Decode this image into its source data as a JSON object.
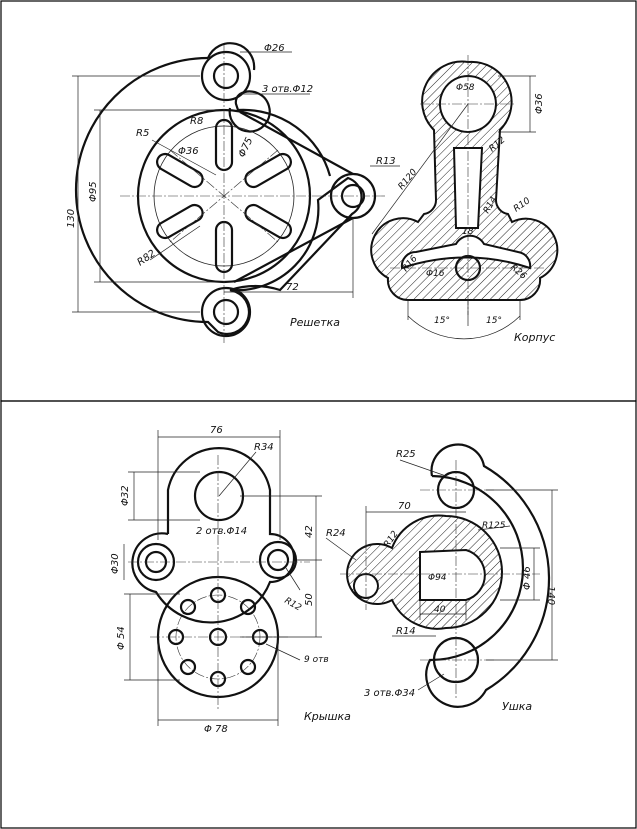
{
  "drawings": {
    "reshetka": {
      "title": "Решетка",
      "dims": {
        "d26": "Φ26",
        "holes": "3 отв.Φ12",
        "r5": "R5",
        "r8": "R8",
        "d36": "Φ36",
        "d75": "Φ75",
        "d95": "Φ95",
        "d130": "130",
        "r82": "R82",
        "r13": "R13",
        "len72": "72"
      }
    },
    "korpus": {
      "title": "Корпус",
      "dims": {
        "d58": "Φ58",
        "d36": "Φ36",
        "r12": "R12",
        "r120": "R120",
        "r14": "R14",
        "r10": "R10",
        "w18": "18",
        "r16": "R16",
        "d16": "Φ16",
        "r26": "R26",
        "a15l": "15°",
        "a15r": "15°"
      }
    },
    "kryshka": {
      "title": "Крышка",
      "dims": {
        "w76": "76",
        "r34": "R34",
        "d32": "Φ32",
        "holes": "2 отв.Φ14",
        "h42": "42",
        "d30": "Φ30",
        "r12": "R12",
        "h50": "50",
        "d54": "Φ 54",
        "holes9": "9 отв",
        "d78": "Φ 78"
      }
    },
    "ushka": {
      "title": "Ушка",
      "dims": {
        "r25": "R25",
        "w70": "70",
        "r125": "R125",
        "r24": "R24",
        "r12": "R12",
        "d94": "Φ94",
        "d46": "Φ 46",
        "w40": "40",
        "h140": "140",
        "r14": "R14",
        "holes": "3 отв.Φ34"
      }
    }
  }
}
